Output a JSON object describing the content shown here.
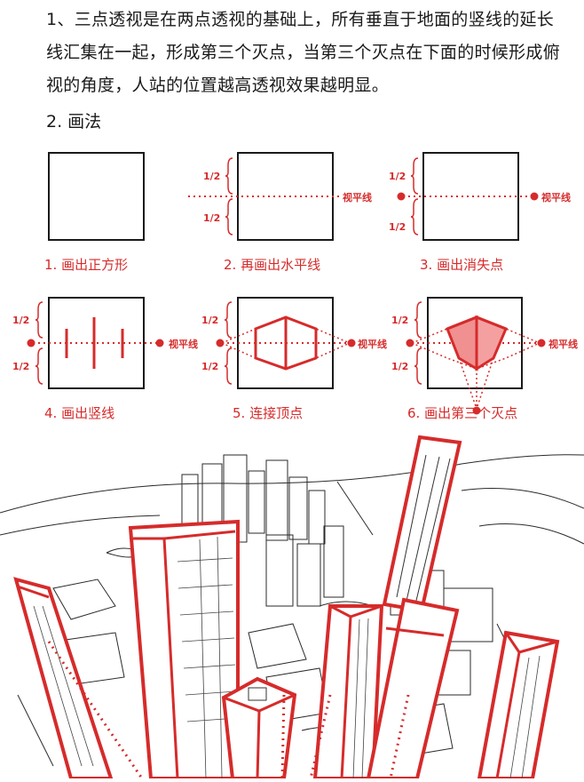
{
  "intro": {
    "paragraph": "1、三点透视是在两点透视的基础上，所有垂直于地面的竖线的延长线汇集在一起，形成第三个灭点，当第三个灭点在下面的时候形成俯视的角度，人站的位置越高透视效果越明显。"
  },
  "method": {
    "title": "2. 画法",
    "labels": {
      "half": "1/2",
      "horizon": "视平线"
    },
    "steps": [
      {
        "caption": "1. 画出正方形"
      },
      {
        "caption": "2. 再画出水平线"
      },
      {
        "caption": "3. 画出消失点"
      },
      {
        "caption": "4. 画出竖线"
      },
      {
        "caption": "5. 连接顶点"
      },
      {
        "caption": "6. 画出第三个灭点"
      }
    ]
  },
  "colors": {
    "accent": "#d62b2b",
    "ink": "#1a1a1a",
    "fill": "#f09090"
  }
}
